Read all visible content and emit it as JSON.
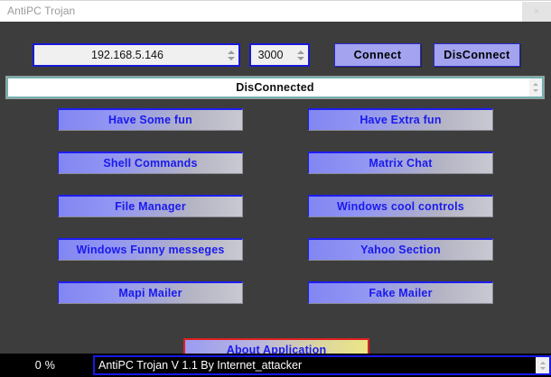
{
  "window": {
    "title": "AntiPC Trojan",
    "close_label": "×",
    "background_color": "#3d3d3d",
    "titlebar_color": "#ffffff"
  },
  "connection": {
    "host": {
      "value": "192.168.5.146",
      "placeholder": "192.168.5.146"
    },
    "port": {
      "value": "3000",
      "placeholder": "3000"
    },
    "connect_label": "Connect",
    "disconnect_label": "DisConnect",
    "button_color": "#a3a3ef"
  },
  "status": {
    "text": "DisConnected",
    "border_color": "#74b0b0"
  },
  "actions": {
    "rows": [
      {
        "left": "Have Some fun",
        "right": "Have Extra fun"
      },
      {
        "left": "Shell Commands",
        "right": "Matrix Chat"
      },
      {
        "left": "File Manager",
        "right": "Windows cool controls"
      },
      {
        "left": "Windows Funny messeges",
        "right": "Yahoo Section"
      },
      {
        "left": "Mapi Mailer",
        "right": "Fake Mailer"
      }
    ],
    "text_color": "#1a1aee",
    "about_label": "About Application",
    "about_border_color": "#e02020"
  },
  "statusbar": {
    "progress": "0 %",
    "info_text": "AntiPC Trojan V 1.1 By Internet_attacker",
    "info_border_color": "#1818e8"
  }
}
